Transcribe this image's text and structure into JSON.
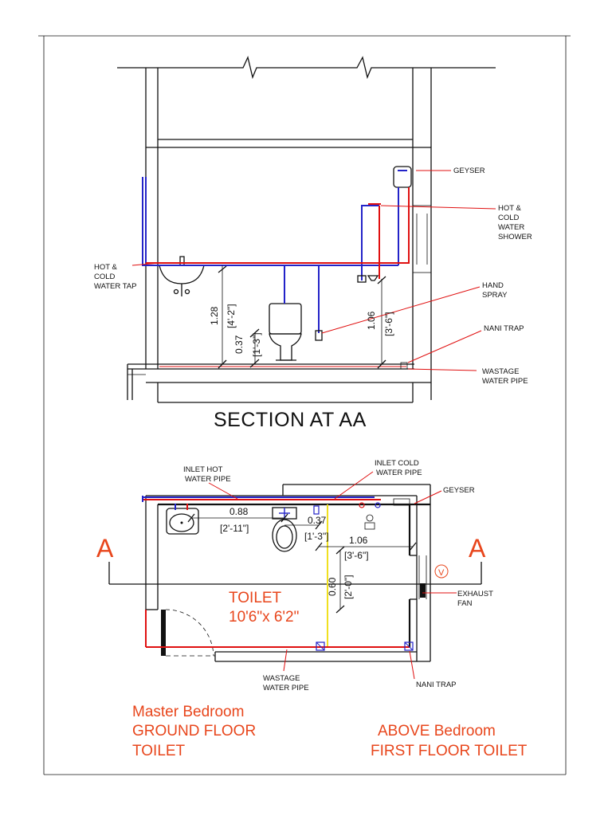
{
  "section": {
    "title": "SECTION  AT AA",
    "labels": {
      "geyser": "GEYSER",
      "shower": [
        "HOT &",
        "COLD",
        "WATER",
        "SHOWER"
      ],
      "tap": [
        "HOT &",
        "COLD",
        "WATER TAP"
      ],
      "hand_spray": [
        "HAND",
        "SPRAY"
      ],
      "nani_trap": "NANI TRAP",
      "wastage": [
        "WASTAGE",
        "WATER PIPE"
      ]
    },
    "dims": {
      "tap_height_m": "1.28",
      "tap_height_ft": "[4'-2\"]",
      "spray_height_m": "0.37",
      "spray_height_ft": "[1'-3\"]",
      "shower_height_m": "1.06",
      "shower_height_ft": "[3'-6\"]"
    }
  },
  "plan": {
    "labels": {
      "inlet_hot": [
        "INLET HOT",
        "WATER PIPE"
      ],
      "inlet_cold": [
        "INLET COLD",
        "WATER PIPE"
      ],
      "geyser": "GEYSER",
      "exhaust": [
        "EXHAUST",
        "FAN"
      ],
      "wastage": [
        "WASTAGE",
        "WATER PIPE"
      ],
      "nani_trap": "NANI TRAP",
      "fan_symbol": "V",
      "section_marker": "A"
    },
    "dims": {
      "d1_m": "0.88",
      "d1_ft": "[2'-11\"]",
      "d2_m": "0.37",
      "d2_ft": "[1'-3\"]",
      "d3_m": "1.06",
      "d3_ft": "[3'-6\"]",
      "d4_m": "0.60",
      "d4_ft": "[2'-0\"]"
    },
    "room": {
      "name": "TOILET",
      "size": "10'6\"x 6'2\""
    }
  },
  "captions": {
    "left": [
      "Master Bedroom",
      "GROUND FLOOR",
      "TOILET"
    ],
    "right": [
      "ABOVE Bedroom",
      "FIRST FLOOR TOILET"
    ]
  },
  "colors": {
    "hot_pipe": "#e01010",
    "cold_pipe": "#2323c8",
    "annotation": "#e8461c"
  }
}
